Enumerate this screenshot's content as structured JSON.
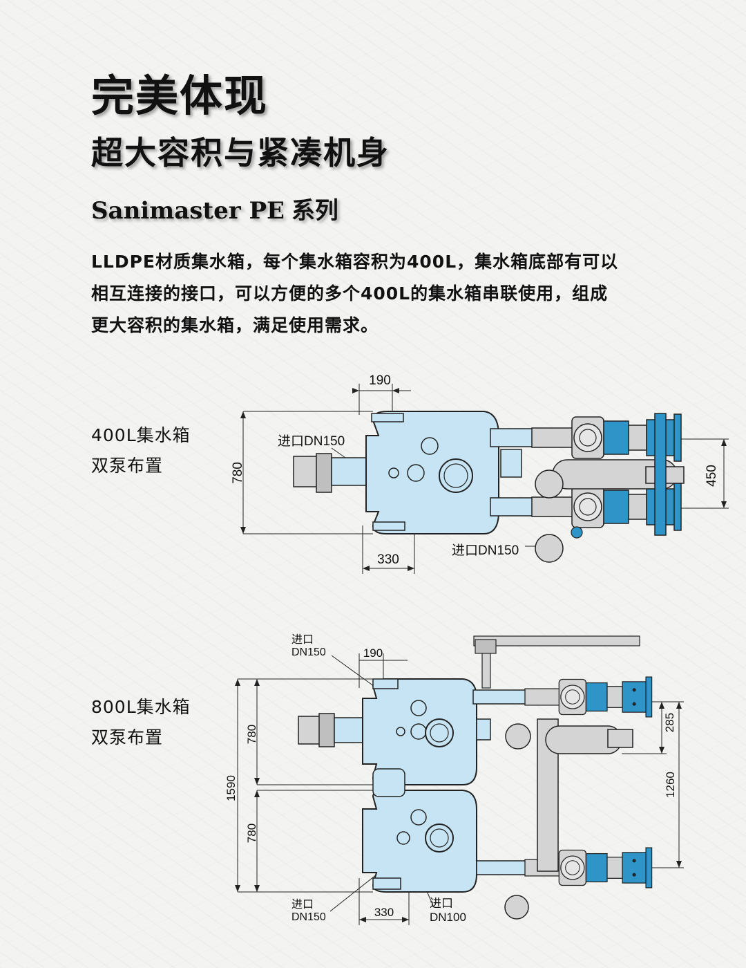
{
  "heading": {
    "main": "完美体现",
    "sub": "超大容积与紧凑机身",
    "series_name": "Sanimaster PE",
    "series_suffix": "系列"
  },
  "description": {
    "line1": "LLDPE材质集水箱，每个集水箱容积为400L，集水箱底部有可以",
    "line2": "相互连接的接口，可以方便的多个400L的集水箱串联使用，组成",
    "line3": "更大容积的集水箱，满足使用需求。"
  },
  "diagram1": {
    "label_line1": "400L集水箱",
    "label_line2": "双泵布置",
    "inlet_left": "进口DN150",
    "inlet_bottom": "进口DN150",
    "dim_top": "190",
    "dim_height": "780",
    "dim_bottom": "330",
    "dim_right": "450"
  },
  "diagram2": {
    "label_line1": "800L集水箱",
    "label_line2": "双泵布置",
    "inlet_top_line1": "进口",
    "inlet_top_line2": "DN150",
    "dim_top": "190",
    "dim_height_upper": "780",
    "dim_height_lower": "780",
    "dim_total": "1590",
    "dim_bottom": "330",
    "dim_right_upper": "285",
    "dim_right_lower": "1260",
    "inlet_bottom_left_line1": "进口",
    "inlet_bottom_left_line2": "DN150",
    "inlet_bottom_right_line1": "进口",
    "inlet_bottom_right_line2": "DN100"
  },
  "colors": {
    "tank_fill": "#c6e4f3",
    "pump_blue": "#2f95c9",
    "pipe_gray": "#d4d4d4",
    "line": "#222222"
  }
}
